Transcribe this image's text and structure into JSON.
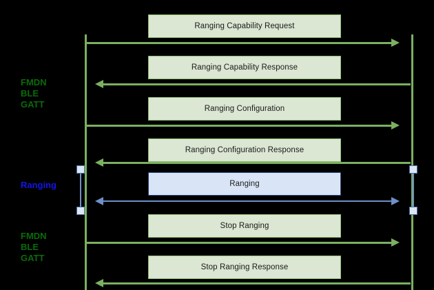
{
  "diagram": {
    "type": "sequence-diagram",
    "background_color": "#000000",
    "colors": {
      "green_line": "#7cb061",
      "green_box_fill": "#dbe6d3",
      "green_label_text": "#0a6b0a",
      "blue_line": "#6f90c8",
      "blue_box_fill": "#d9e5f7",
      "blue_box_border": "#2e4a7d",
      "blue_label_text": "#1414e6",
      "activation_fill": "#dce6f5",
      "activation_border": "#4a6ea9"
    },
    "side_labels": [
      {
        "id": "phase-fmdn-ble-gatt-top",
        "text": "FMDN\nBLE\nGATT",
        "color": "green"
      },
      {
        "id": "phase-ranging",
        "text": "Ranging",
        "color": "blue"
      },
      {
        "id": "phase-fmdn-ble-gatt-bottom",
        "text": "FMDN\nBLE\nGATT",
        "color": "green"
      }
    ],
    "messages": [
      {
        "id": "ranging-capability-request",
        "label": "Ranging Capability Request",
        "direction": "right",
        "style": "green"
      },
      {
        "id": "ranging-capability-response",
        "label": "Ranging Capability Response",
        "direction": "left",
        "style": "green"
      },
      {
        "id": "ranging-configuration",
        "label": "Ranging Configuration",
        "direction": "right",
        "style": "green"
      },
      {
        "id": "ranging-configuration-response",
        "label": "Ranging Configuration Response",
        "direction": "left",
        "style": "green"
      },
      {
        "id": "ranging",
        "label": "Ranging",
        "direction": "both",
        "style": "blue"
      },
      {
        "id": "stop-ranging",
        "label": "Stop Ranging",
        "direction": "right",
        "style": "green"
      },
      {
        "id": "stop-ranging-response",
        "label": "Stop Ranging Response",
        "direction": "left",
        "style": "green"
      }
    ]
  }
}
